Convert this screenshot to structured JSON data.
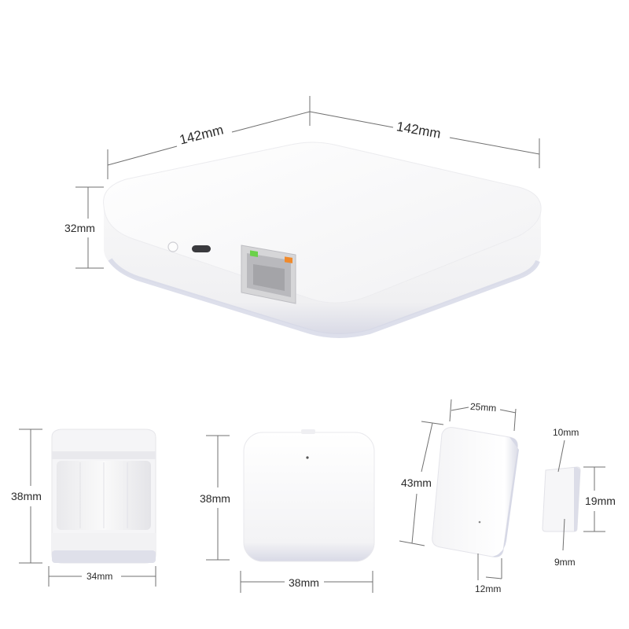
{
  "hub": {
    "width_label": "142mm",
    "depth_label": "142mm",
    "height_label": "32mm"
  },
  "motion_sensor": {
    "height_label": "38mm",
    "width_label": "34mm"
  },
  "mini_hub": {
    "height_label": "38mm",
    "width_label": "38mm"
  },
  "door_sensor": {
    "main_width_label": "25mm",
    "main_height_label": "43mm",
    "main_depth_label": "12mm",
    "magnet_width_label": "10mm",
    "magnet_height_label": "19mm",
    "magnet_depth_label": "9mm"
  },
  "colors": {
    "device_body": "#f6f6f7",
    "device_edge": "#dcdde4",
    "dimension_line": "#707070",
    "port_led_left": "#6bd14a",
    "port_led_right": "#f08a2c"
  }
}
